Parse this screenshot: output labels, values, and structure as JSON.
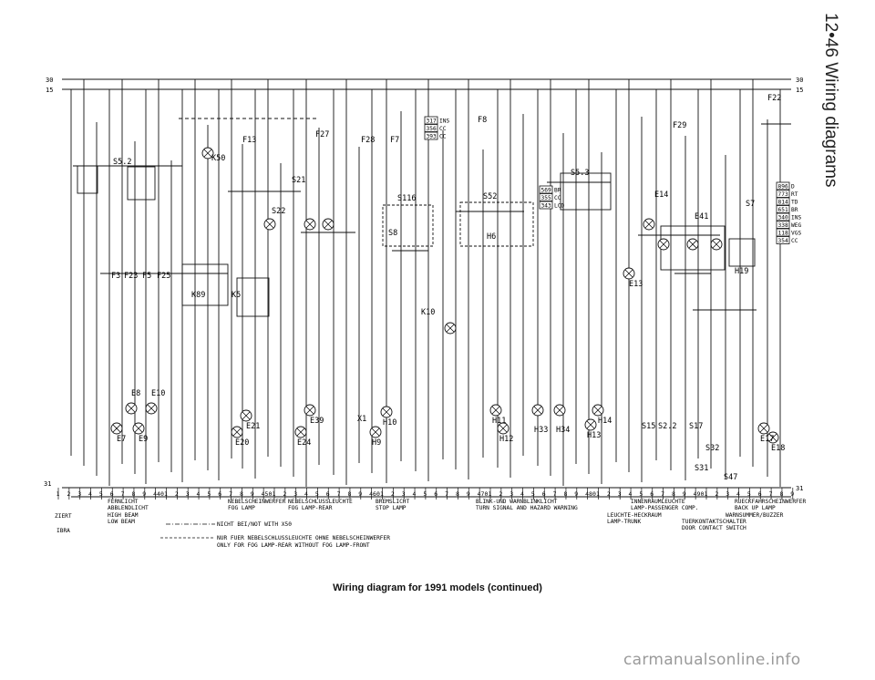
{
  "page": {
    "side_title": "12•46 Wiring diagrams",
    "caption": "Wiring diagram for 1991 models (continued)",
    "watermark": "carmanualsonline.info"
  },
  "diagram": {
    "bus_top": [
      "30",
      "15"
    ],
    "bus_bottom": "31",
    "bottom_ruler": [
      "1",
      "2",
      "3",
      "4",
      "5",
      "6",
      "7",
      "8",
      "9",
      "440",
      "1",
      "2",
      "3",
      "4",
      "5",
      "6",
      "7",
      "8",
      "9",
      "450",
      "1",
      "2",
      "3",
      "4",
      "5",
      "6",
      "7",
      "8",
      "9",
      "460",
      "1",
      "2",
      "3",
      "4",
      "5",
      "6",
      "7",
      "8",
      "9",
      "470",
      "1",
      "2",
      "3",
      "4",
      "5",
      "6",
      "7",
      "8",
      "9",
      "480",
      "1",
      "2",
      "3",
      "4",
      "5",
      "6",
      "7",
      "8",
      "9",
      "490",
      "1",
      "2",
      "3",
      "4",
      "5",
      "6",
      "7",
      "8",
      "9"
    ],
    "fuses": [
      "F22",
      "F13",
      "F27",
      "F28",
      "F7",
      "F8",
      "F29",
      "F3",
      "F23",
      "F5",
      "F25"
    ],
    "relays": [
      "S5.2",
      "K50",
      "S21",
      "S22",
      "K89",
      "K5",
      "S116",
      "S8",
      "S52",
      "S5.3",
      "E41",
      "S7"
    ],
    "components": [
      "E7",
      "E8",
      "E9",
      "E10",
      "E20",
      "E21",
      "E24",
      "E39",
      "H9",
      "H10",
      "H11",
      "H12",
      "H13",
      "H14",
      "H19",
      "H33",
      "H34",
      "K10",
      "X1",
      "S15",
      "S2.2",
      "S17",
      "S31",
      "S32",
      "S47",
      "E13",
      "E14",
      "E17",
      "E18",
      "H6"
    ],
    "code_box_right": [
      "896 D",
      "773 RT",
      "814 TD",
      "651 BR",
      "340 INS",
      "338 WEG",
      "118 VGS",
      "354 CC"
    ],
    "code_box_mid": [
      "317 INS",
      "356 CC",
      "393 CC"
    ],
    "code_box_s52": [
      "569 BR",
      "355 CC",
      "343 LCD"
    ],
    "legend_left": {
      "col1_german": [
        "FERNLICHT",
        "ABBLENDLICHT"
      ],
      "col1_english": [
        "HIGH BEAM",
        "LOW BEAM"
      ],
      "ziert": "ZIERT",
      "ibra": "IBRA",
      "col2_german": "NEBELSCHEINWERFER",
      "col2_english": "FOG LAMP",
      "col3_german": "NEBELSCHLUSSLEUCHTE",
      "col3_english": "FOG LAMP-REAR",
      "col4_german": "BREMSLICHT",
      "col4_english": "STOP LAMP",
      "col5_german": "BLINK-UND WARNBLINKLICHT",
      "col5_english": "TURN SIGNAL AND HAZARD WARNING",
      "col6_german": "INNENRAUMLEUCHTE",
      "col6_english": "LAMP-PASSENGER COMP.",
      "col6b_german": "LEUCHTE-HECKRAUM",
      "col6b_english": "LAMP-TRUNK",
      "col7_german": "RUECKFAHRSCHEINWERFER",
      "col7_english": "BACK UP LAMP",
      "col7b": "WARNSUMMER/BUZZER",
      "col7c": "TUERKONTAKTSCHALTER",
      "col7d": "DOOR CONTACT SWITCH"
    },
    "legend_notes": [
      "NICHT BEI/NOT WITH X50",
      "NUR FUER NEBELSCHLUSSLEUCHTE OHNE NEBELSCHEINWERFER",
      "ONLY FOR FOG LAMP-REAR WITHOUT FOG LAMP-FRONT"
    ]
  }
}
